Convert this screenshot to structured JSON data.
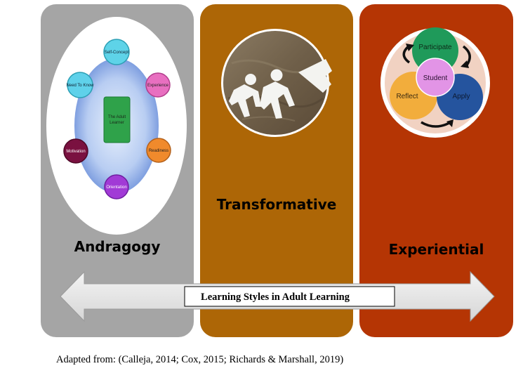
{
  "panels": [
    {
      "title": "Andragogy",
      "color": "#a5a5a5"
    },
    {
      "title": "Transformative",
      "color": "#ad6606"
    },
    {
      "title": "Experiential",
      "color": "#b53504"
    }
  ],
  "andragogy_diagram": {
    "center": "The Adult Learner",
    "nodes": [
      {
        "label": "Self-Concept",
        "color": "#5ed3e8"
      },
      {
        "label": "Experience",
        "color": "#e86fc0"
      },
      {
        "label": "Readiness",
        "color": "#f08a2c"
      },
      {
        "label": "Orientation",
        "color": "#a13ad6"
      },
      {
        "label": "Motivation",
        "color": "#7a1140"
      },
      {
        "label": "Need To Know",
        "color": "#5fd1ea"
      }
    ]
  },
  "experiential_cycle": {
    "center": "Student",
    "nodes": [
      {
        "label": "Participate",
        "color": "#1f9a5a"
      },
      {
        "label": "Apply",
        "color": "#25549e"
      },
      {
        "label": "Reflect",
        "color": "#f2ad3c"
      }
    ]
  },
  "banner": {
    "label": "Learning Styles in Adult Learning"
  },
  "caption": "Adapted from: (Calleja, 2014; Cox, 2015; Richards & Marshall, 2019)"
}
